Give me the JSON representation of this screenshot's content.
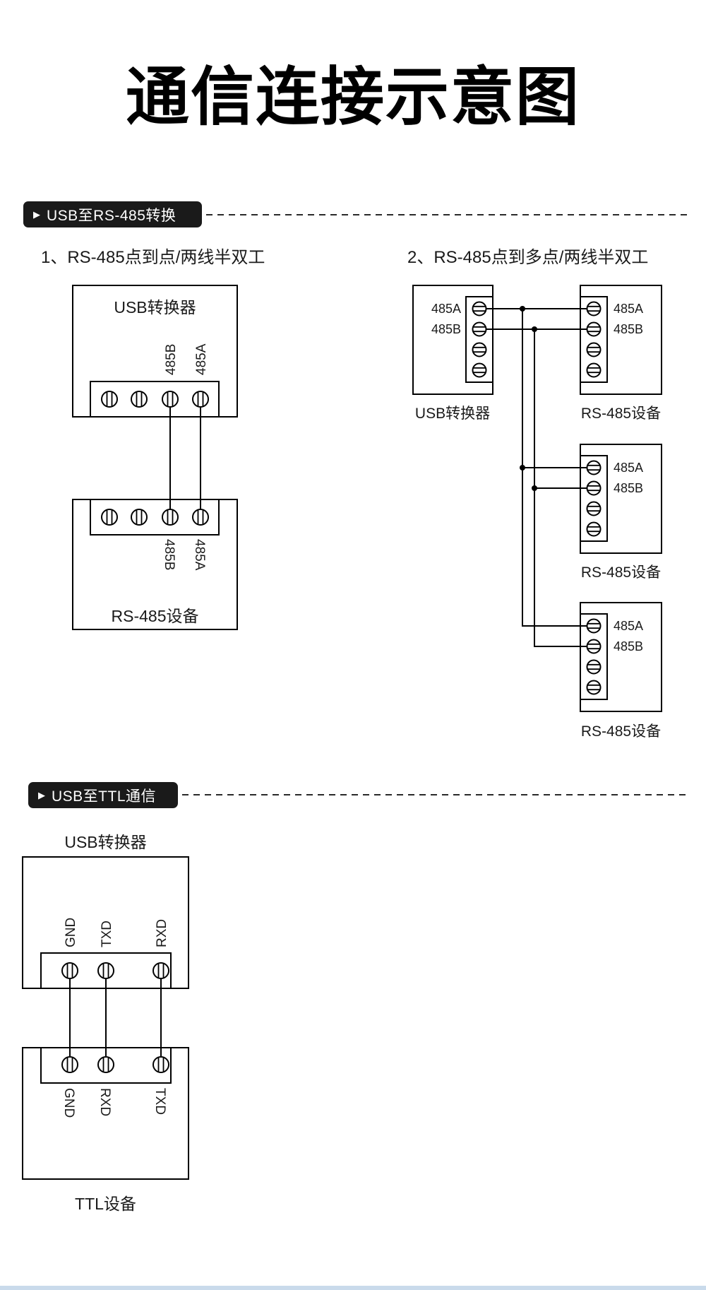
{
  "title": "通信连接示意图",
  "colors": {
    "badge_background": "#1a1a1a",
    "badge_text": "#ffffff",
    "line_color": "#000000",
    "footer_bar": "#c9daeb"
  },
  "sections": {
    "rs485": {
      "badge_icon": "▶",
      "badge_label": "USB至RS-485转换",
      "subtitle_p2p": "1、RS-485点到点/两线半双工",
      "subtitle_multi": "2、RS-485点到多点/两线半双工",
      "p2p": {
        "converter_label": "USB转换器",
        "converter_pins": [
          "485B",
          "485A"
        ],
        "device_pins": [
          "485B",
          "485A"
        ],
        "device_label": "RS-485设备"
      },
      "multidrop": {
        "converter_label": "USB转换器",
        "converter_pins": [
          "485A",
          "485B"
        ],
        "devices": [
          {
            "label": "RS-485设备",
            "pins": [
              "485A",
              "485B"
            ]
          },
          {
            "label": "RS-485设备",
            "pins": [
              "485A",
              "485B"
            ]
          },
          {
            "label": "RS-485设备",
            "pins": [
              "485A",
              "485B"
            ]
          }
        ]
      }
    },
    "ttl": {
      "badge_icon": "▶",
      "badge_label": "USB至TTL通信",
      "converter_label": "USB转换器",
      "converter_pins": [
        "GND",
        "TXD",
        "RXD"
      ],
      "device_pins": [
        "GND",
        "RXD",
        "TXD"
      ],
      "device_label": "TTL设备"
    }
  }
}
